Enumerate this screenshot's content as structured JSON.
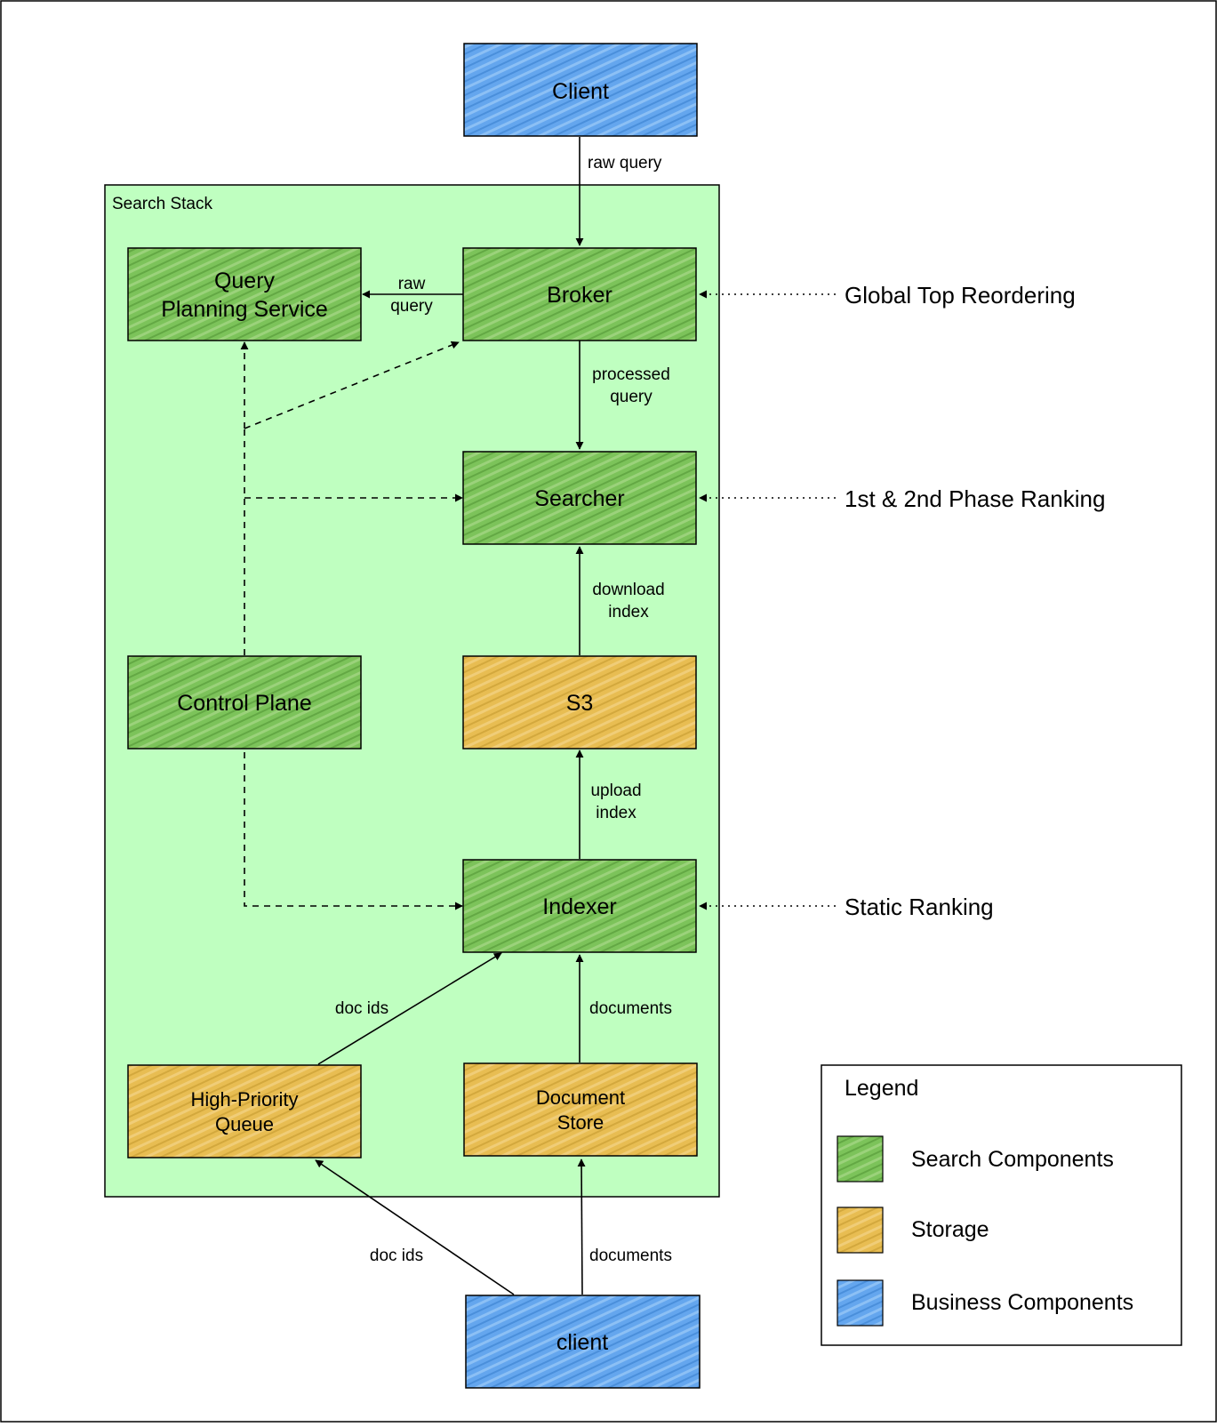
{
  "colors": {
    "search": "#7cc35a",
    "storage": "#e8bd52",
    "business": "#64a6ee",
    "group_fill": "#bfffc0",
    "border": "#000000"
  },
  "group": {
    "label": "Search Stack"
  },
  "nodes": {
    "client_top": {
      "lines": [
        "Client"
      ],
      "kind": "business"
    },
    "query_planning": {
      "lines": [
        "Query",
        "Planning Service"
      ],
      "kind": "search"
    },
    "broker": {
      "lines": [
        "Broker"
      ],
      "kind": "search"
    },
    "searcher": {
      "lines": [
        "Searcher"
      ],
      "kind": "search"
    },
    "control_plane": {
      "lines": [
        "Control Plane"
      ],
      "kind": "search"
    },
    "s3": {
      "lines": [
        "S3"
      ],
      "kind": "storage"
    },
    "indexer": {
      "lines": [
        "Indexer"
      ],
      "kind": "search"
    },
    "hp_queue": {
      "lines": [
        "High-Priority",
        "Queue"
      ],
      "kind": "storage"
    },
    "doc_store": {
      "lines": [
        "Document",
        "Store"
      ],
      "kind": "storage"
    },
    "client_bottom": {
      "lines": [
        "client"
      ],
      "kind": "business"
    }
  },
  "edges": {
    "client_to_broker": {
      "lines": [
        "raw query"
      ]
    },
    "broker_to_qps": {
      "lines": [
        "raw",
        "query"
      ]
    },
    "broker_to_searcher": {
      "lines": [
        "processed",
        "query"
      ]
    },
    "s3_to_searcher": {
      "lines": [
        "download",
        "index"
      ]
    },
    "indexer_to_s3": {
      "lines": [
        "upload",
        "index"
      ]
    },
    "queue_to_indexer": {
      "lines": [
        "doc ids"
      ]
    },
    "docstore_to_indexer": {
      "lines": [
        "documents"
      ]
    },
    "client_to_queue": {
      "lines": [
        "doc ids"
      ]
    },
    "client_to_docstore": {
      "lines": [
        "documents"
      ]
    }
  },
  "annotations": {
    "broker": "Global Top Reordering",
    "searcher": "1st & 2nd Phase Ranking",
    "indexer": "Static Ranking"
  },
  "legend": {
    "title": "Legend",
    "items": [
      {
        "label": "Search Components",
        "kind": "search"
      },
      {
        "label": "Storage",
        "kind": "storage"
      },
      {
        "label": "Business Components",
        "kind": "business"
      }
    ]
  }
}
